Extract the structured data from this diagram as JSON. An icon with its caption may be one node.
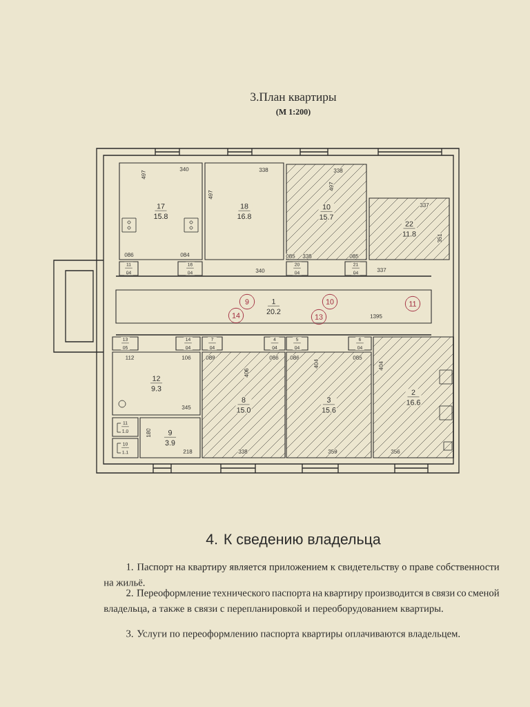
{
  "diagram": {
    "title": "3.План квартиры",
    "nodes": [
      {
        "text": [
          "17",
          "15.8"
        ]
      },
      {
        "text": [
          "18",
          "16.8"
        ]
      },
      {
        "text": [
          "10",
          "15.7"
        ]
      },
      {
        "text": [
          "22",
          "11.8"
        ]
      },
      {
        "text": [
          "11",
          "04"
        ]
      },
      {
        "text": [
          "16",
          "04"
        ]
      },
      {
        "text": [
          "20",
          "04"
        ]
      },
      {
        "text": [
          "21",
          "04"
        ]
      },
      {
        "text": [
          "1",
          "20.2"
        ]
      },
      {
        "text": [
          "13",
          "05"
        ]
      },
      {
        "text": [
          "14",
          "04"
        ]
      },
      {
        "text": [
          "7",
          "04"
        ]
      },
      {
        "text": [
          "12",
          "9.3"
        ]
      },
      {
        "text": [
          "8",
          "15.0"
        ]
      },
      {
        "text": [
          "4",
          "04"
        ]
      },
      {
        "text": [
          "5",
          "04"
        ]
      },
      {
        "text": [
          "3",
          "15.6"
        ]
      },
      {
        "text": [
          "6",
          "04"
        ]
      },
      {
        "text": [
          "2",
          "16.6"
        ]
      },
      {
        "text": [
          "11",
          "1.0"
        ]
      },
      {
        "text": [
          "10",
          "1.1"
        ]
      },
      {
        "text": [
          "9",
          "3.9"
        ]
      }
    ],
    "labels": [
      "(М 1:200)",
      "497",
      "340",
      "497",
      "338",
      "338",
      "497",
      "337",
      "351",
      "086",
      "084",
      "085",
      "338",
      "085",
      "340",
      "337",
      "1395",
      "112",
      "106",
      "089",
      "086",
      "086",
      "404",
      "085",
      "404",
      "406",
      "345",
      "180",
      "218",
      "338",
      "359",
      "356",
      "9",
      "10",
      "11",
      "14",
      "13",
      "4. К сведению владельца",
      "1. Паспорт на квартиру является приложением к свидетельству о праве собственности на жильё.",
      "2. Переоформление технического паспорта на квартиру производится в связи со сменой владельца, а также в связи с перепланировкой и переоборудованием квартиры.",
      "3. Услуги по переоформлению паспорта квартиры оплачиваются владельцем."
    ]
  }
}
